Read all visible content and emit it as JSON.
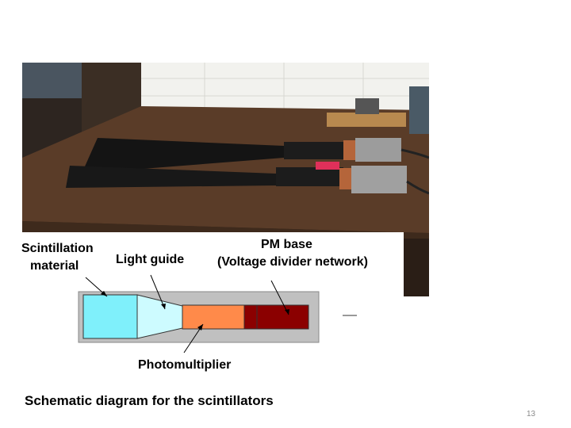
{
  "diagram": {
    "labels": {
      "scintillation_line1": "Scintillation",
      "scintillation_line2": "material",
      "light_guide": "Light guide",
      "pm_base_line1": "PM base",
      "pm_base_line2": "(Voltage divider network)",
      "photomultiplier": "Photomultiplier"
    },
    "colors": {
      "housing": "#c0c0c0",
      "scintillator": "#7ff0fb",
      "light_guide": "#cdfbff",
      "photomultiplier": "#ff8a4a",
      "pm_base": "#8b0000"
    }
  },
  "caption": "Schematic diagram for the scintillators",
  "page_number": "13"
}
